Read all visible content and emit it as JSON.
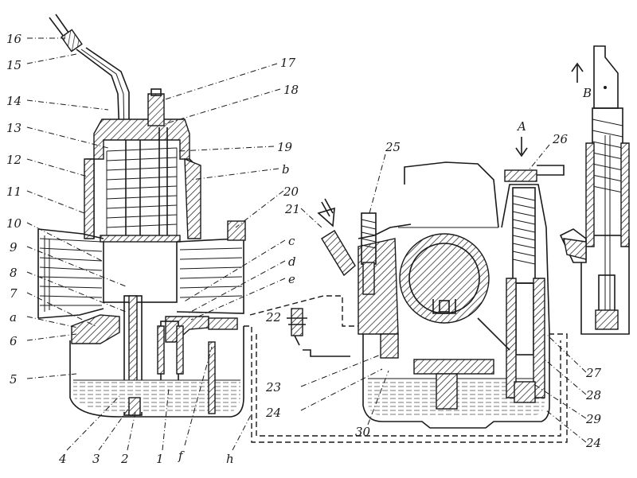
{
  "labels": {
    "l1": "1",
    "l2": "2",
    "l3": "3",
    "l4": "4",
    "l5": "5",
    "l6": "6",
    "l7": "7",
    "l8": "8",
    "l9": "9",
    "l10": "10",
    "l11": "11",
    "l12": "12",
    "l13": "13",
    "l14": "14",
    "l15": "15",
    "l16": "16",
    "l17": "17",
    "l18": "18",
    "l19": "19",
    "l20": "20",
    "l21": "21",
    "l22": "22",
    "l23": "23",
    "l24a": "24",
    "l24b": "24",
    "l25": "25",
    "l26": "26",
    "l27": "27",
    "l28": "28",
    "l29": "29",
    "l30": "30",
    "la": "a",
    "lb": "b",
    "lc": "c",
    "ld": "d",
    "le": "e",
    "lf": "f",
    "lh": "h",
    "lA": "A",
    "lB": "B"
  }
}
